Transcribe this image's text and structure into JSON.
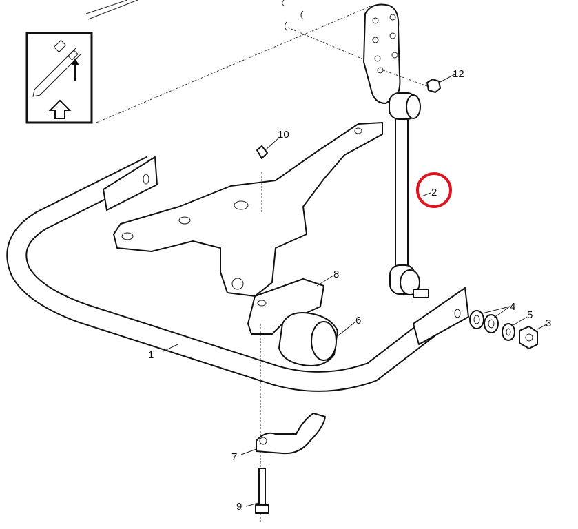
{
  "diagram": {
    "title": "Front stabilizer bar exploded view",
    "callouts": {
      "c1": "1",
      "c2": "2",
      "c3": "3",
      "c4": "4",
      "c5": "5",
      "c6": "6",
      "c7": "7",
      "c8": "8",
      "c9": "9",
      "c10": "10",
      "c12": "12"
    },
    "highlight_color": "#e0141e",
    "highlighted_callout": "2"
  }
}
